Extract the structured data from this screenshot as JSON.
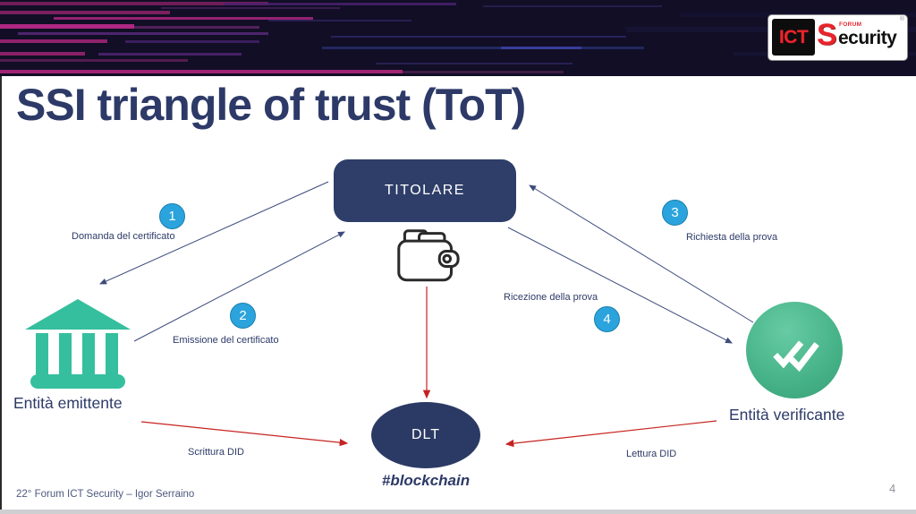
{
  "colors": {
    "navy_text": "#2d3a68",
    "node_fill": "#2e3e69",
    "dlt_fill": "#2b3a64",
    "step_blue": "#2ba4dd",
    "issuer_teal": "#35bf9e",
    "verifier_green": "#46b288",
    "arrow_red": "#c62320",
    "arrow_navy": "#3d4b7c",
    "logo_red": "#e8252c"
  },
  "header": {
    "logo": {
      "ict": "ICT",
      "forum": "FORUM",
      "s": "S",
      "ecurity": "ecurity",
      "registered": "®"
    }
  },
  "slide": {
    "title": "SSI triangle of trust (ToT)",
    "footer": "22° Forum ICT Security – Igor Serraino",
    "page_number": "4"
  },
  "diagram": {
    "titolare": {
      "label": "TITOLARE",
      "icon": "wallet-icon"
    },
    "issuer": {
      "label": "Entità emittente",
      "icon": "bank-icon"
    },
    "verifier": {
      "label": "Entità verificante",
      "icon": "double-check-icon"
    },
    "dlt": {
      "label": "DLT",
      "hashtag": "#blockchain"
    },
    "steps": [
      {
        "number": "1",
        "label": "Domanda del certificato",
        "from": "titolare",
        "to": "issuer"
      },
      {
        "number": "2",
        "label": "Emissione del certificato",
        "from": "issuer",
        "to": "titolare"
      },
      {
        "number": "3",
        "label": "Richiesta della prova",
        "from": "verifier",
        "to": "titolare"
      },
      {
        "number": "4",
        "label": "Ricezione della prova",
        "from": "titolare",
        "to": "verifier"
      }
    ],
    "dlt_links": [
      {
        "label": "Scrittura DID",
        "from": "issuer",
        "to": "dlt"
      },
      {
        "label": "Lettura DID",
        "from": "verifier",
        "to": "dlt"
      }
    ]
  }
}
